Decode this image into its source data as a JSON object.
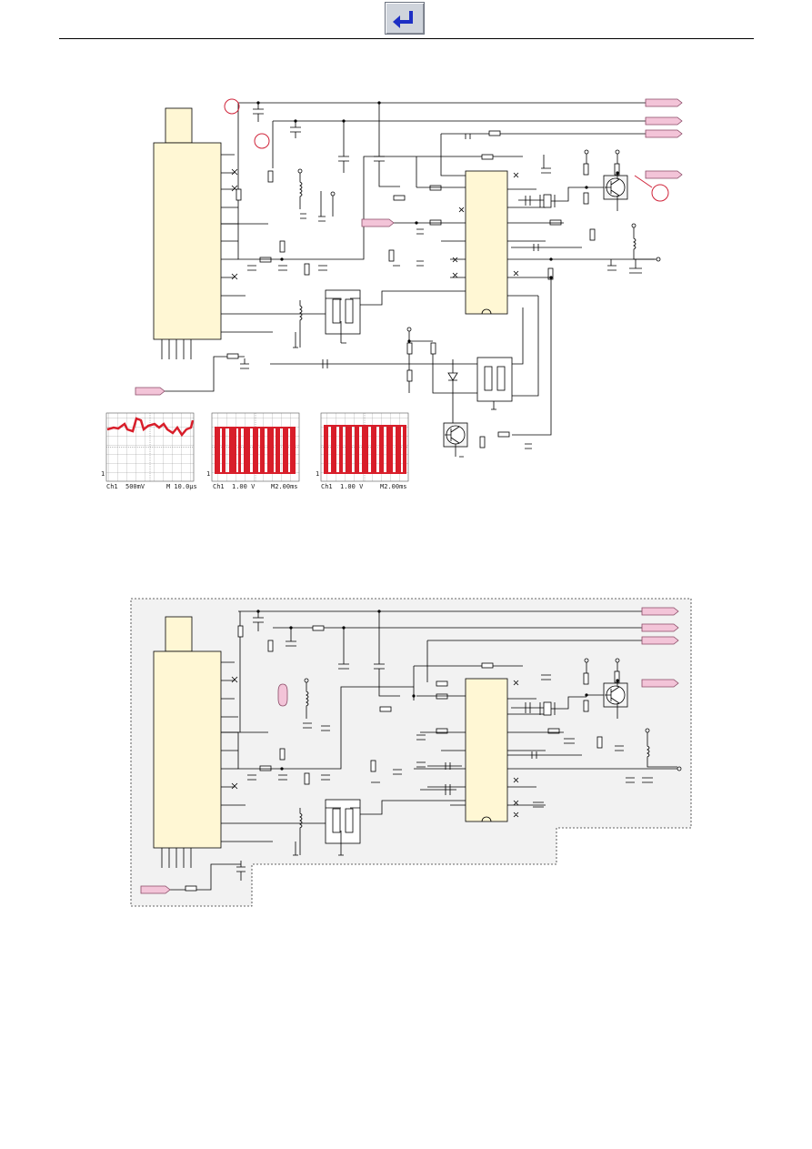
{
  "page": {
    "back_button_icon": "back-arrow-icon"
  },
  "colors": {
    "module": "#fff7d4",
    "connector": "#f3c4d8",
    "marker": "#d0243a",
    "trace": "#d81e2a",
    "dashed_area": "#f2f2f2"
  },
  "scope_1": {
    "ch": "Ch1",
    "volts": "500mV",
    "time": "M 10.0μs",
    "marker": "1"
  },
  "scope_2": {
    "ch": "Ch1",
    "volts": "1.00 V",
    "time": "M2.00ms",
    "marker": "1"
  },
  "scope_3": {
    "ch": "Ch1",
    "volts": "1.00 V",
    "time": "M2.00ms",
    "marker": "1"
  }
}
